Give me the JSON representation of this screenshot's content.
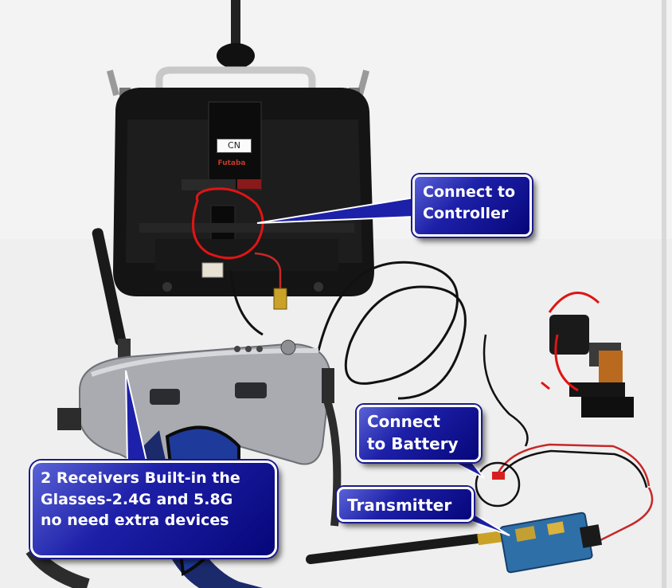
{
  "image": {
    "subject": "FPV video glasses kit with radio controller, camera gimbal and transmitter"
  },
  "callouts": {
    "controller": "Connect to\nController",
    "battery": "Connect\nto Battery",
    "transmitter": "Transmitter",
    "receivers": "2 Receivers Built-in the\nGlasses-2.4G and 5.8G\nno need extra devices"
  },
  "labels": {
    "controller_tag": "CN",
    "controller_brand": "Futaba"
  },
  "colors": {
    "callout_fill": "#1d20a8",
    "callout_border": "#ffffff",
    "highlight_circle": "#e01414",
    "battery_circle": "#111111"
  }
}
